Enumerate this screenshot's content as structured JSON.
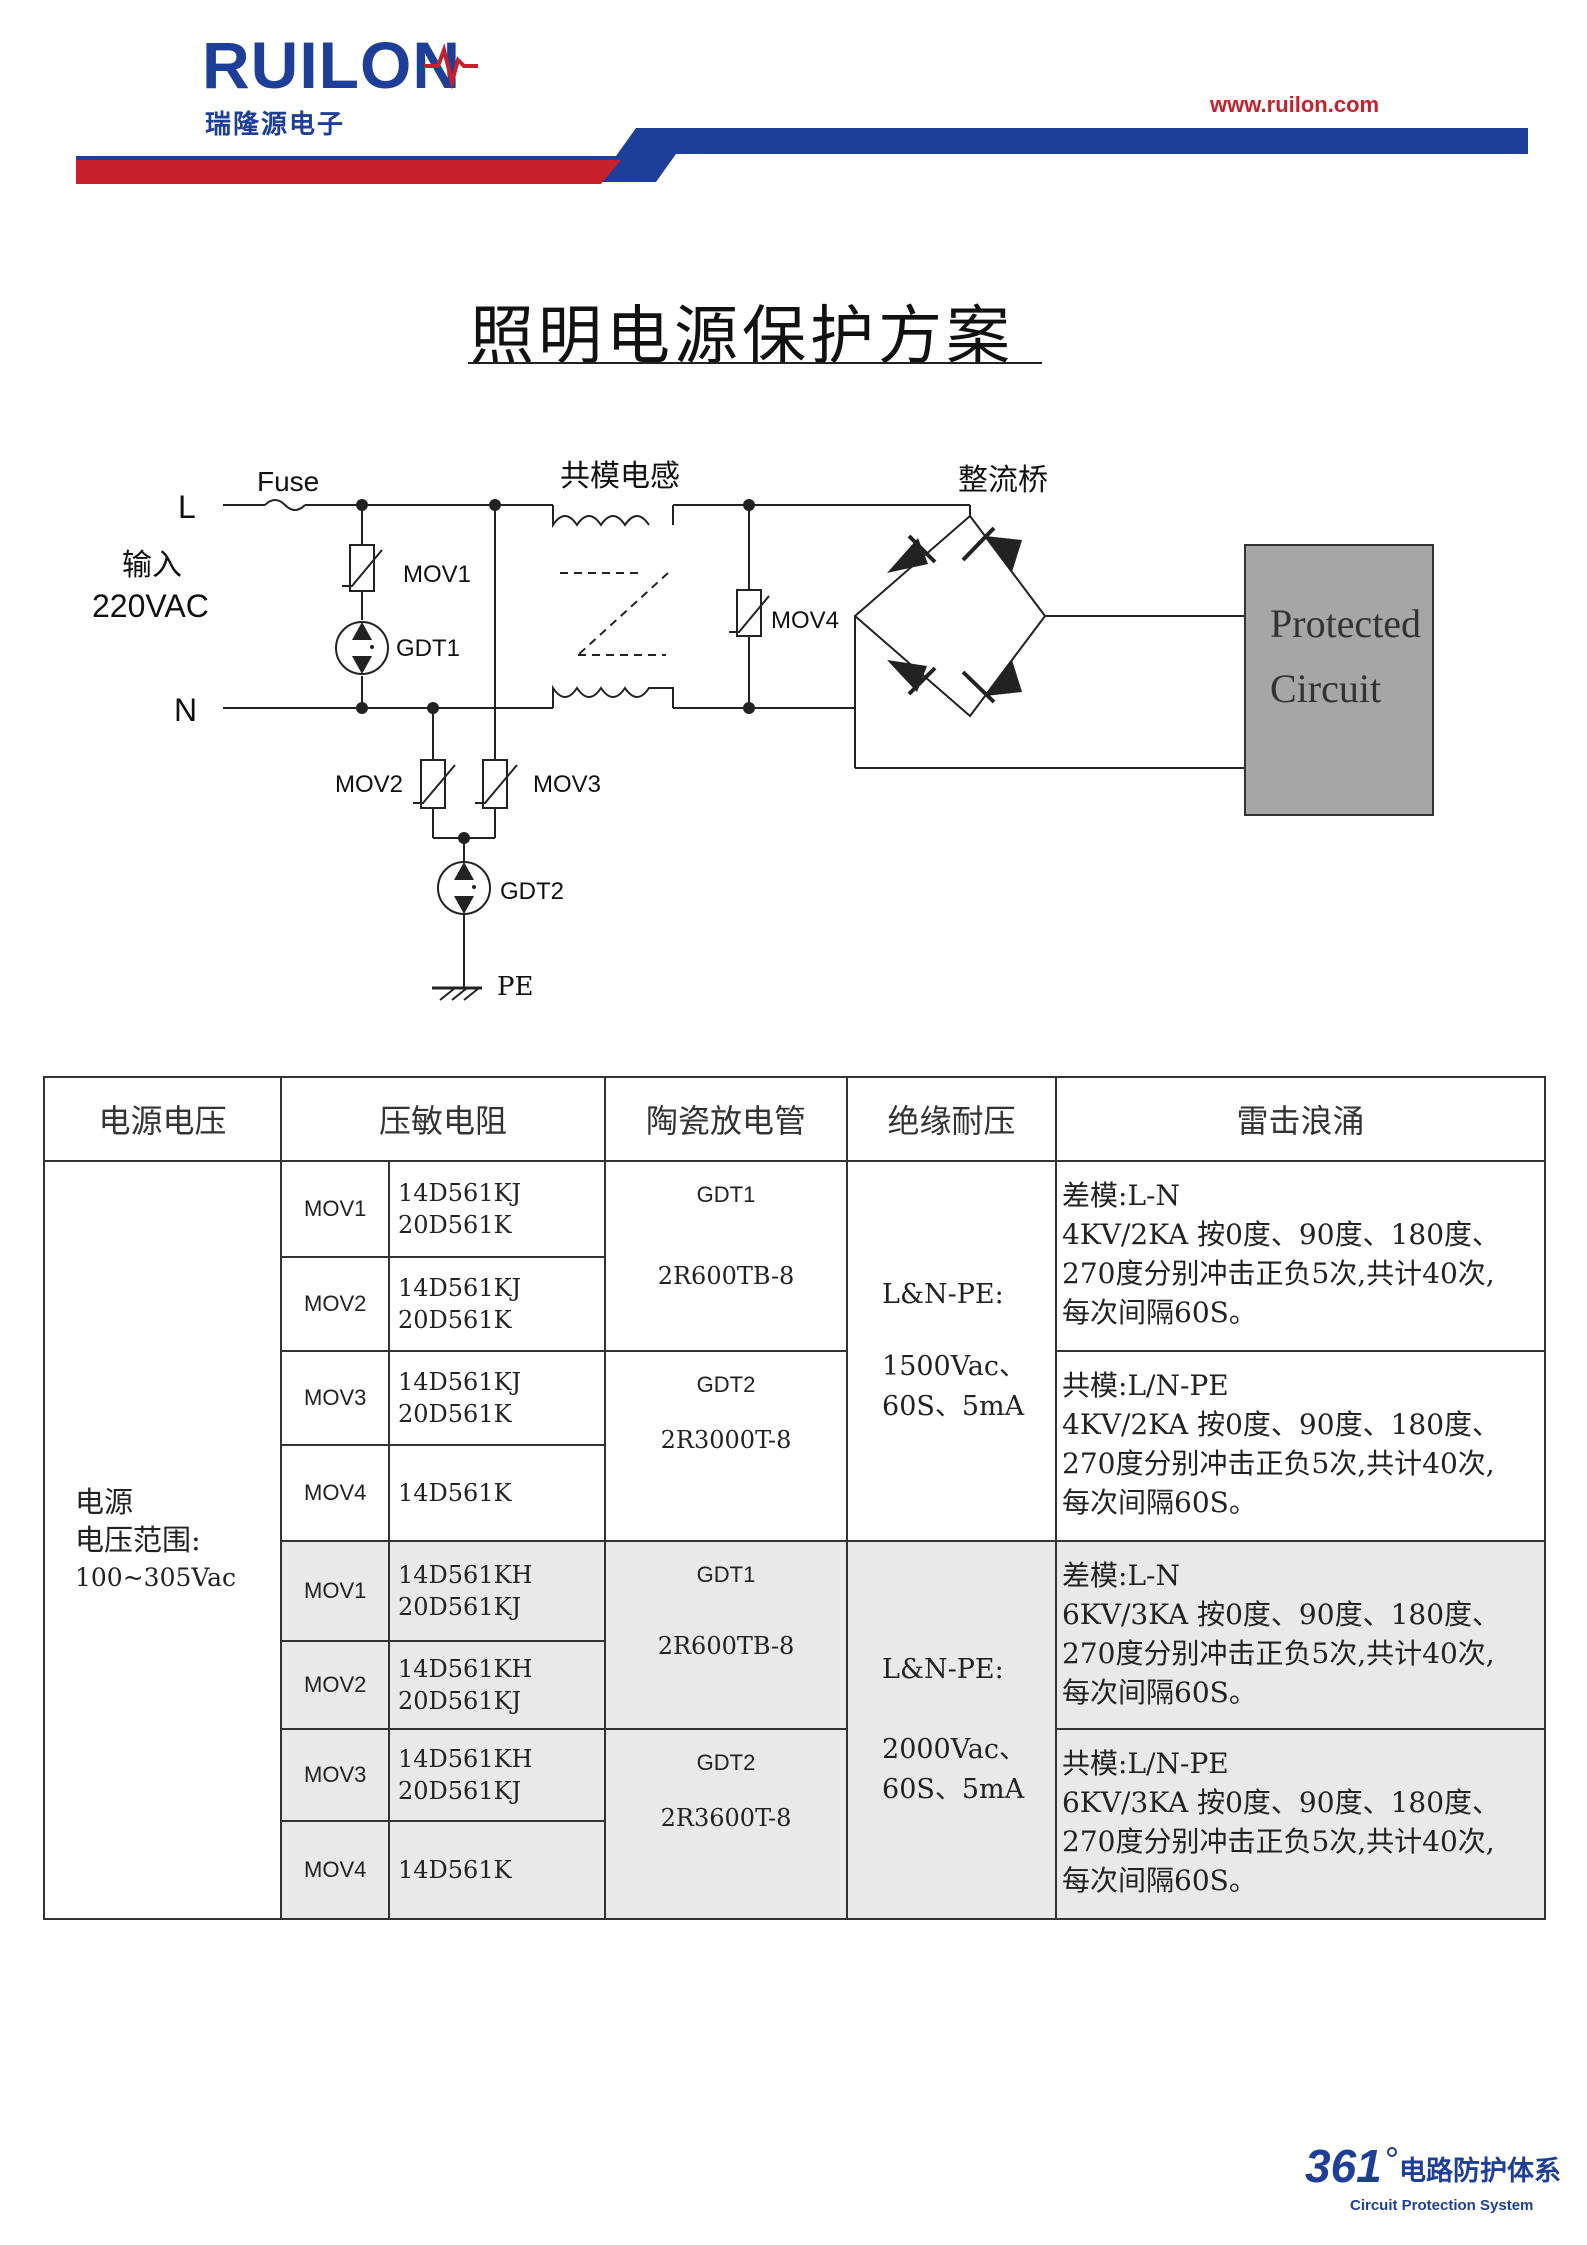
{
  "header": {
    "brand": "RUILON",
    "brand_cn": "瑞隆源电子",
    "url": "www.ruilon.com"
  },
  "title": "照明电源保护方案",
  "colors": {
    "brand_blue": "#1e3f99",
    "brand_red": "#c8202a",
    "protected_box": "#a6a6a6",
    "row_gray": "#e9e9e9"
  },
  "circuit": {
    "fuse": "Fuse",
    "line_l": "L",
    "line_n": "N",
    "input_label": "输入",
    "input_voltage": "220VAC",
    "mov1": "MOV1",
    "mov2": "MOV2",
    "mov3": "MOV3",
    "mov4": "MOV4",
    "gdt1": "GDT1",
    "gdt2": "GDT2",
    "choke": "共模电感",
    "bridge": "整流桥",
    "pe": "PE",
    "protected_line1": "Protected",
    "protected_line2": "Circuit"
  },
  "table": {
    "headers": [
      "电源电压",
      "压敏电阻",
      "陶瓷放电管",
      "绝缘耐压",
      "雷击浪涌"
    ],
    "voltage": {
      "line1": "电源",
      "line2": "电压范围:",
      "line3": "100~305Vac"
    },
    "groups": [
      {
        "movs": [
          {
            "id": "MOV1",
            "v1": "14D561KJ",
            "v2": "20D561K"
          },
          {
            "id": "MOV2",
            "v1": "14D561KJ",
            "v2": "20D561K"
          },
          {
            "id": "MOV3",
            "v1": "14D561KJ",
            "v2": "20D561K"
          },
          {
            "id": "MOV4",
            "v1": "14D561K",
            "v2": ""
          }
        ],
        "gdts": [
          {
            "id": "GDT1",
            "model": "2R600TB-8"
          },
          {
            "id": "GDT2",
            "model": "2R3000T-8"
          }
        ],
        "insulation": {
          "line1": "L&N-PE:",
          "line2": "1500Vac、",
          "line3": "60S、5mA"
        },
        "surge": [
          {
            "mode": "差模:L-N",
            "line1": "4KV/2KA 按0度、90度、180度、",
            "line2": "270度分别冲击正负5次,共计40次,",
            "line3": "每次间隔60S。"
          },
          {
            "mode": "共模:L/N-PE",
            "line1": "4KV/2KA 按0度、90度、180度、",
            "line2": "270度分别冲击正负5次,共计40次,",
            "line3": "每次间隔60S。"
          }
        ]
      },
      {
        "movs": [
          {
            "id": "MOV1",
            "v1": "14D561KH",
            "v2": "20D561KJ"
          },
          {
            "id": "MOV2",
            "v1": "14D561KH",
            "v2": "20D561KJ"
          },
          {
            "id": "MOV3",
            "v1": "14D561KH",
            "v2": "20D561KJ"
          },
          {
            "id": "MOV4",
            "v1": "14D561K",
            "v2": ""
          }
        ],
        "gdts": [
          {
            "id": "GDT1",
            "model": "2R600TB-8"
          },
          {
            "id": "GDT2",
            "model": "2R3600T-8"
          }
        ],
        "insulation": {
          "line1": "L&N-PE:",
          "line2": "2000Vac、",
          "line3": "60S、5mA"
        },
        "surge": [
          {
            "mode": "差模:L-N",
            "line1": "6KV/3KA 按0度、90度、180度、",
            "line2": "270度分别冲击正负5次,共计40次,",
            "line3": "每次间隔60S。"
          },
          {
            "mode": "共模:L/N-PE",
            "line1": "6KV/3KA 按0度、90度、180度、",
            "line2": "270度分别冲击正负5次,共计40次,",
            "line3": "每次间隔60S。"
          }
        ]
      }
    ]
  },
  "footer": {
    "number": "361",
    "cn": "电路防护体系",
    "en": "Circuit Protection System"
  }
}
